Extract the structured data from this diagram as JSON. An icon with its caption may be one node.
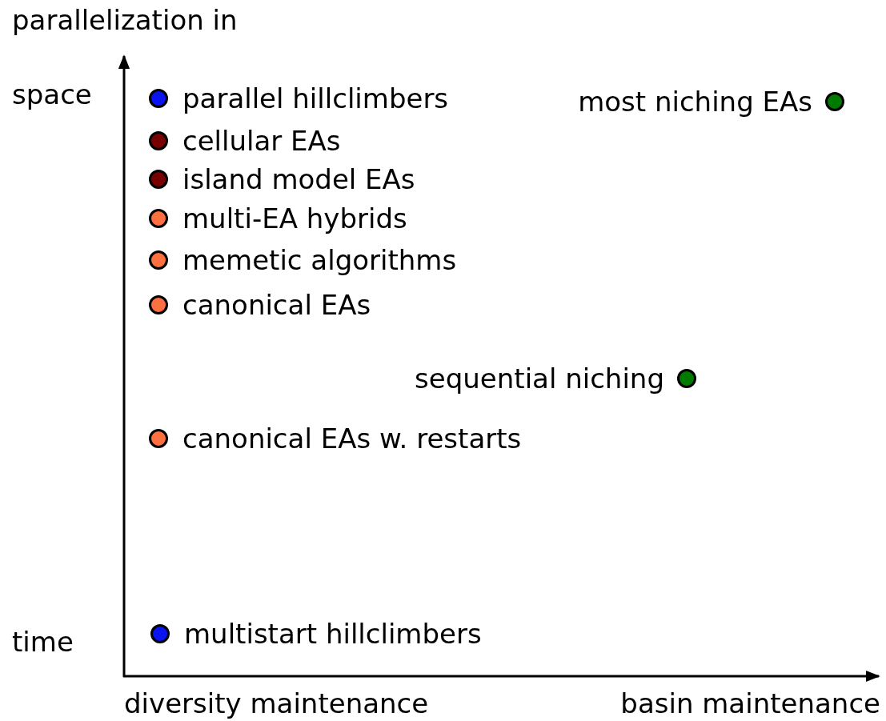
{
  "diagram": {
    "nodes": [
      {
        "text": [],
        "shape": "circle",
        "beside": [
          "parallel hillclimbers"
        ]
      },
      {
        "text": [],
        "shape": "circle",
        "beside": [
          "cellular EAs"
        ]
      },
      {
        "text": [],
        "shape": "circle",
        "beside": [
          "island model EAs"
        ]
      },
      {
        "text": [],
        "shape": "circle",
        "beside": [
          "multi-EA hybrids"
        ]
      },
      {
        "text": [],
        "shape": "circle",
        "beside": [
          "memetic algorithms"
        ]
      },
      {
        "text": [],
        "shape": "circle",
        "beside": [
          "canonical EAs"
        ]
      },
      {
        "text": [],
        "shape": "circle",
        "beside": [
          "canonical EAs w. restarts"
        ]
      },
      {
        "text": [],
        "shape": "circle",
        "beside": [
          "multistart hillclimbers"
        ]
      },
      {
        "text": [],
        "shape": "circle",
        "beside": [
          "most niching EAs"
        ]
      },
      {
        "text": [],
        "shape": "circle",
        "beside": [
          "sequential niching"
        ]
      }
    ],
    "edges": [],
    "labels": [
      "parallelization in",
      "space",
      "time",
      "diversity maintenance",
      "basin maintenance"
    ]
  }
}
